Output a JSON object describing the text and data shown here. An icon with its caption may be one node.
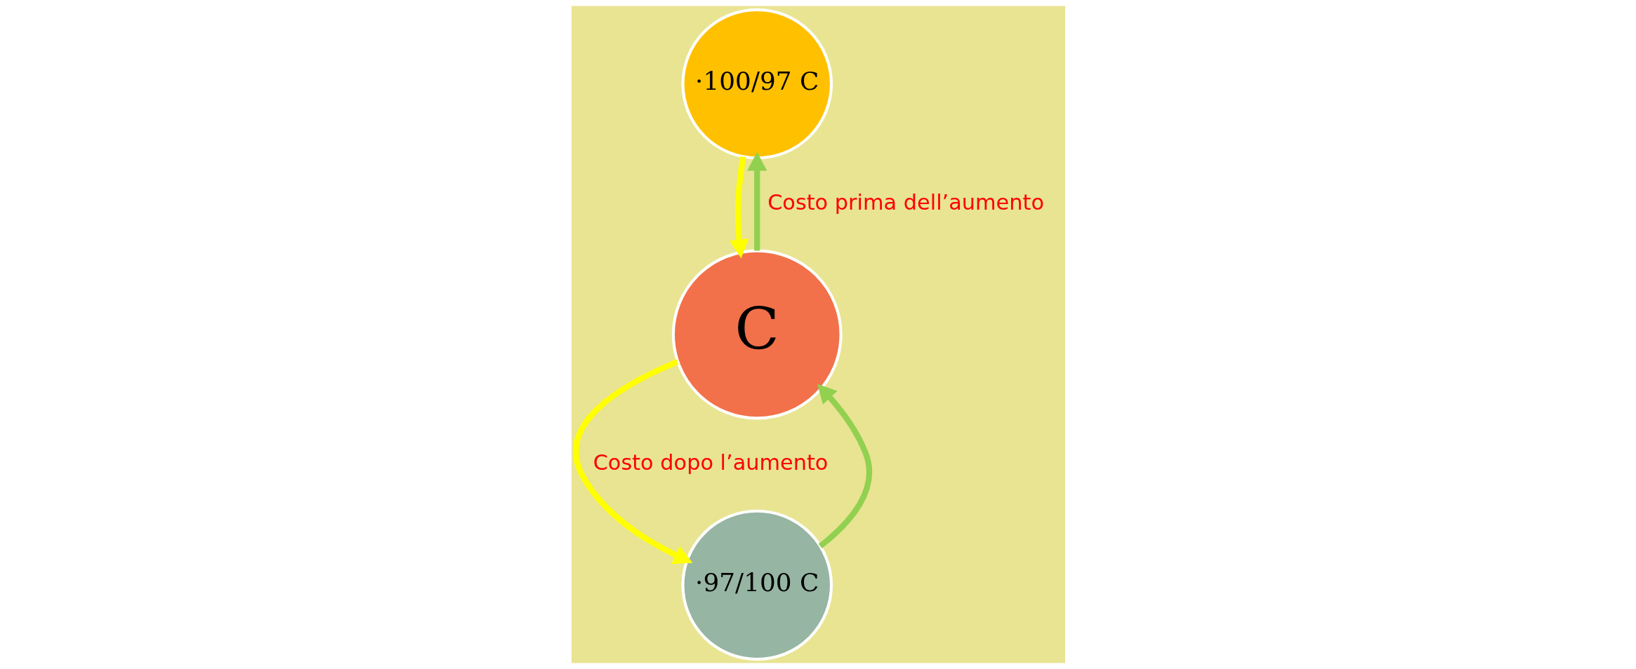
{
  "diagram": {
    "nodes": [
      {
        "text": [
          "·100/97 C"
        ]
      },
      {
        "text": [
          "C"
        ]
      },
      {
        "text": [
          "·97/100 C"
        ]
      }
    ],
    "edges": [
      {
        "from": 0,
        "to": 1,
        "arrow": "to",
        "color": "#ffff00"
      },
      {
        "from": 1,
        "to": 0,
        "arrow": "to",
        "label": "Costo prima dell’aumento",
        "color": "#92d050"
      },
      {
        "from": 2,
        "to": 1,
        "arrow": "to",
        "color": "#92d050"
      },
      {
        "from": 1,
        "to": 2,
        "arrow": "to",
        "label": "Costo dopo l’aumento",
        "color": "#ffff00"
      }
    ]
  }
}
